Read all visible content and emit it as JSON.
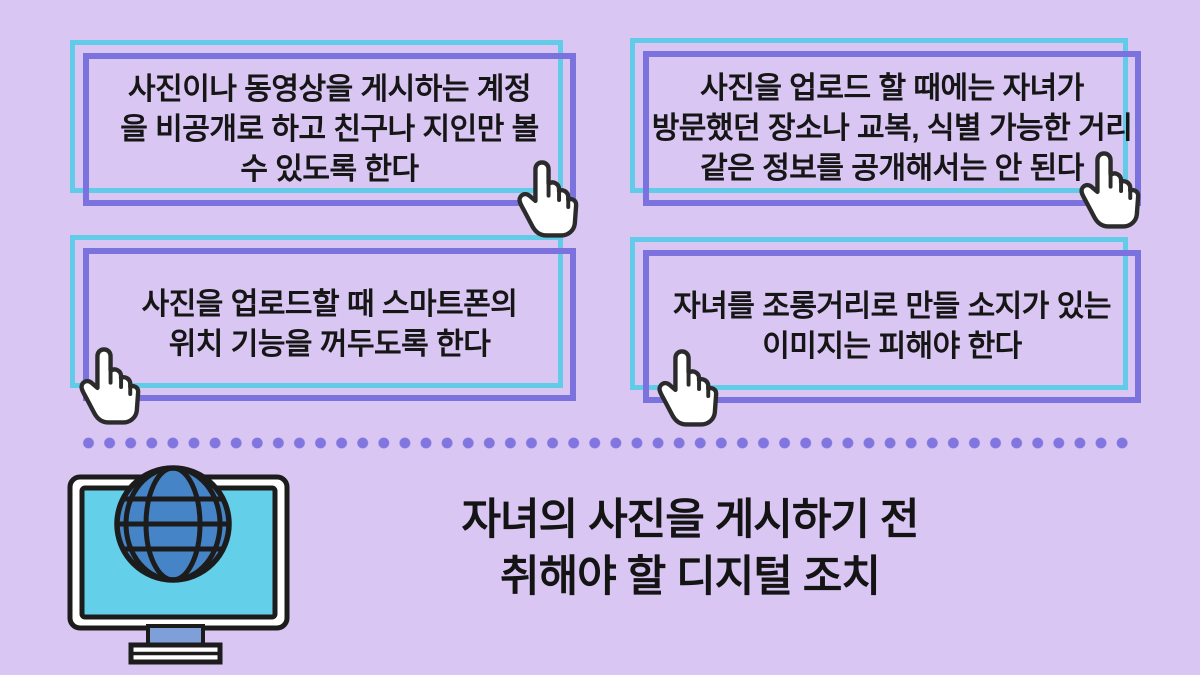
{
  "page": {
    "background_color": "#d9c6f3",
    "language": "ko"
  },
  "colors": {
    "frame_cyan": "#62cce8",
    "frame_purple": "#7c72dd",
    "dot_purple": "#8176e0",
    "text_black": "#161616",
    "screen_cyan": "#63cfe9",
    "globe_blue": "#4585c7",
    "stand_blue": "#7e9fd8",
    "icon_outline": "#1c1c1c",
    "hand_fill": "#ffffff"
  },
  "tip_boxes": [
    {
      "lines": [
        "사진이나 동영상을 게시하는 계정",
        "을 비공개로 하고 친구나 지인만 볼",
        "수 있도록 한다"
      ]
    },
    {
      "lines": [
        "사진을 업로드 할 때에는 자녀가",
        "방문했던 장소나 교복, 식별 가능한 거리",
        "같은 정보를 공개해서는 안 된다"
      ]
    },
    {
      "lines": [
        "사진을 업로드할 때 스마트폰의",
        "위치 기능을 꺼두도록 한다"
      ]
    },
    {
      "lines": [
        "자녀를 조롱거리로 만들 소지가 있는",
        "이미지는 피해야 한다"
      ]
    }
  ],
  "title": {
    "lines": [
      "자녀의 사진을 게시하기 전",
      "취해야 할 디지털 조치"
    ]
  },
  "icons": {
    "hand_cursor": "hand-pointer-cursor",
    "monitor_globe": "computer-monitor-with-globe",
    "divider": "dotted-line-divider"
  }
}
